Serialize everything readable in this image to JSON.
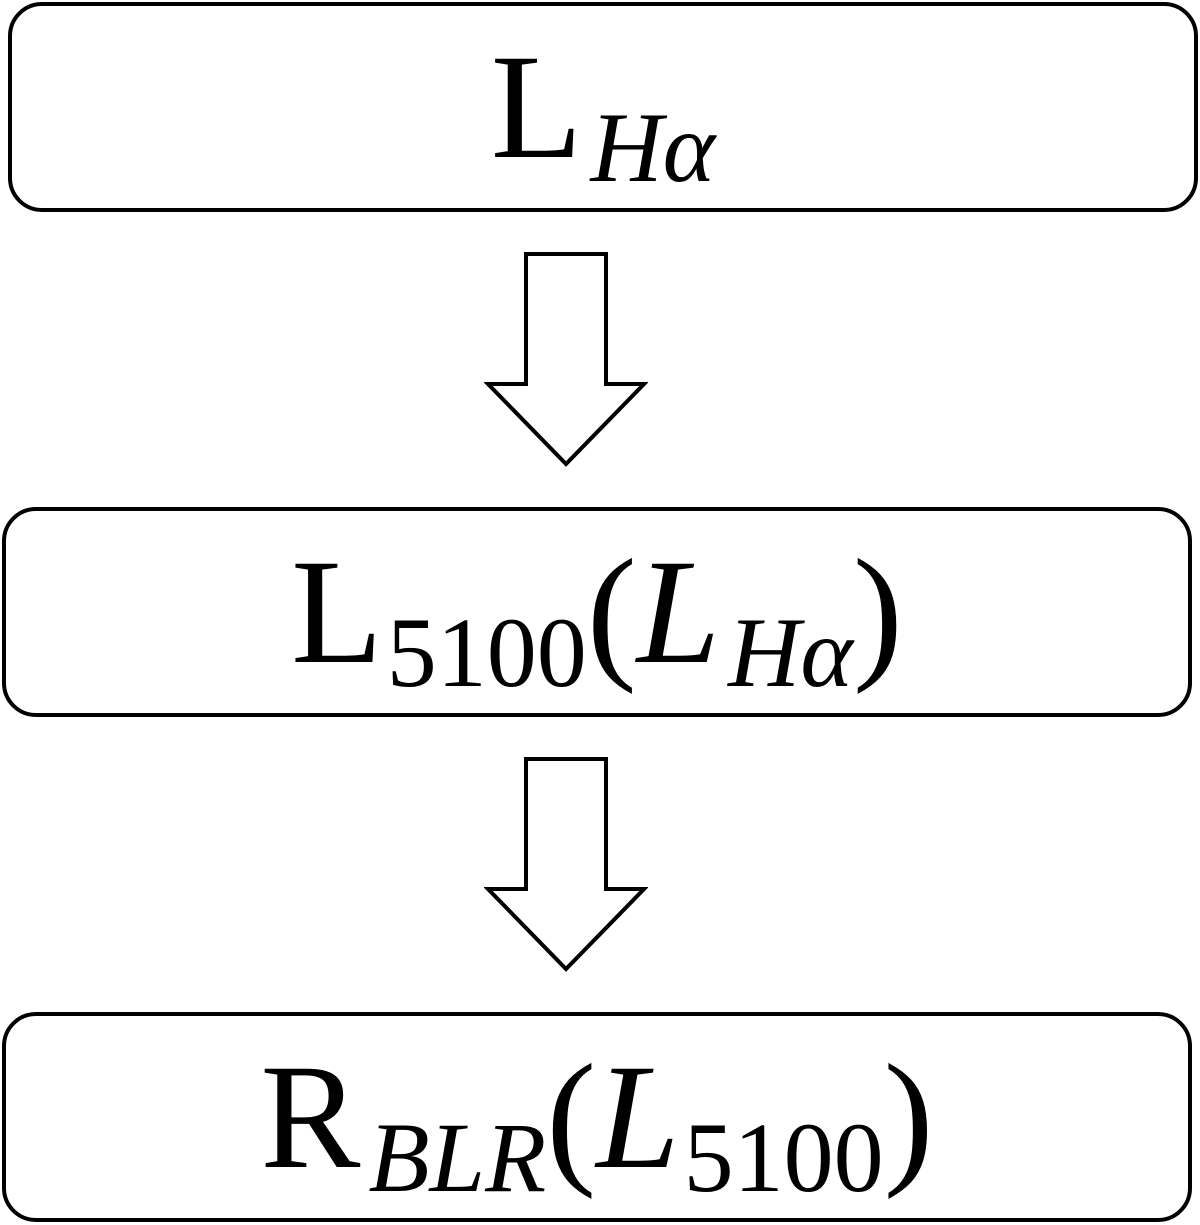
{
  "diagram": {
    "nodes": [
      {
        "id": "luminosity-halpha",
        "main": "L",
        "sub": "Hα"
      },
      {
        "id": "luminosity-5100",
        "main": "L",
        "sub": "5100",
        "arg_open": "(",
        "arg_main": "L",
        "arg_sub": "Hα",
        "arg_close": ")"
      },
      {
        "id": "radius-blr",
        "main": "R",
        "sub": "BLR",
        "arg_open": "(",
        "arg_main": "L",
        "arg_sub": "5100",
        "arg_close": ")"
      }
    ],
    "edges": [
      {
        "from": "luminosity-halpha",
        "to": "luminosity-5100"
      },
      {
        "from": "luminosity-5100",
        "to": "radius-blr"
      }
    ],
    "colors": {
      "stroke": "#000000",
      "fill": "#ffffff"
    }
  }
}
